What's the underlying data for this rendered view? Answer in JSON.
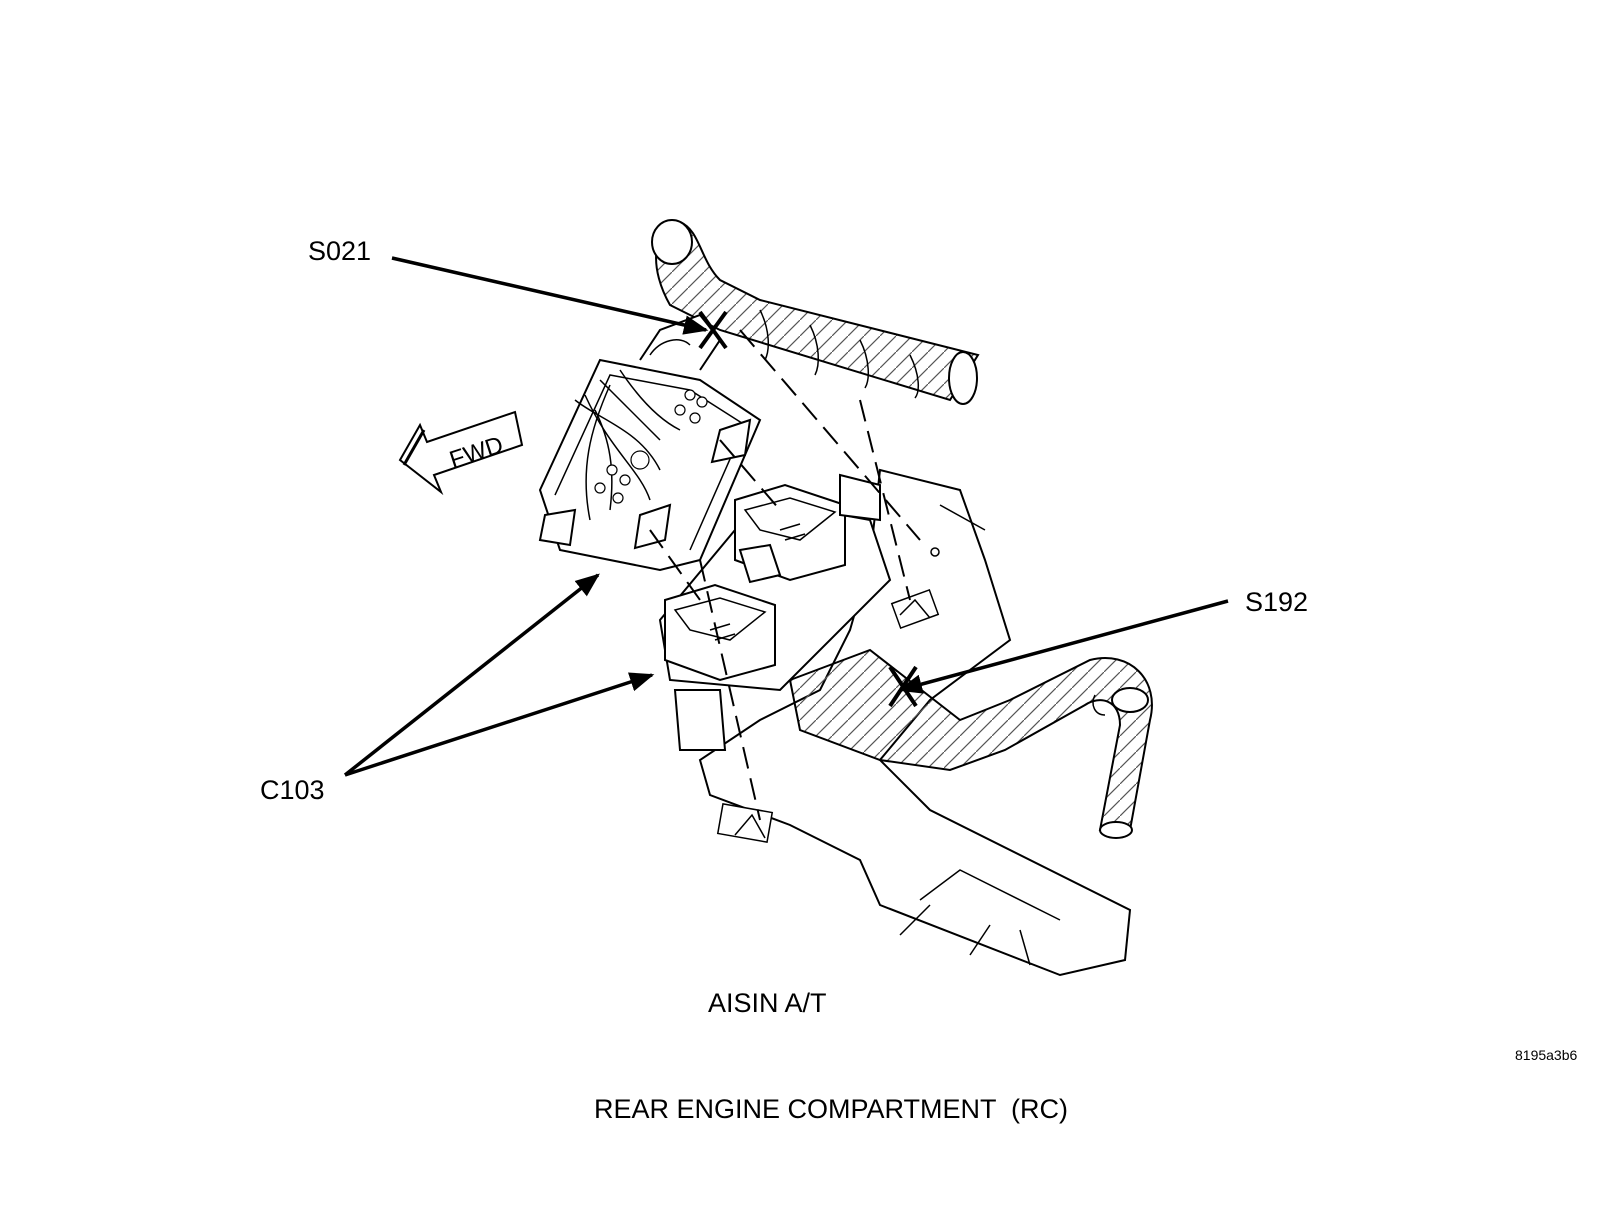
{
  "callouts": {
    "s021": "S021",
    "s192": "S192",
    "c103": "C103"
  },
  "fwd_arrow_label": "FWD",
  "subcaption": "AISIN A/T",
  "figure_id": "8195a3b6",
  "caption": "REAR ENGINE COMPARTMENT  (RC)",
  "colors": {
    "line": "#000000",
    "background": "#ffffff"
  },
  "icons": [
    "fwd-arrow-icon",
    "splice-x-marker-icon"
  ]
}
